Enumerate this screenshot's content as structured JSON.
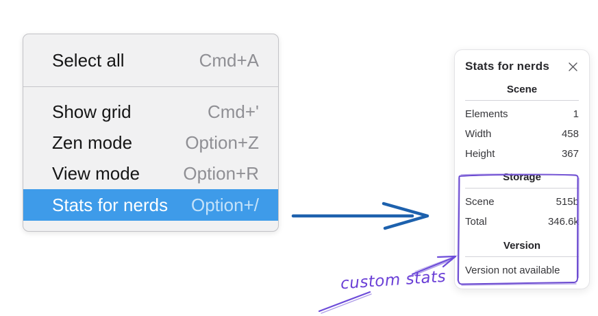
{
  "colors": {
    "menu_highlight": "#3e9be9",
    "menu_background": "#f1f1f2",
    "arrow_blue": "#1d61ad",
    "annotation_purple": "#6a45d8"
  },
  "context_menu": {
    "groups": [
      {
        "items": [
          {
            "label": "Select all",
            "shortcut": "Cmd+A",
            "selected": false
          }
        ]
      },
      {
        "items": [
          {
            "label": "Show grid",
            "shortcut": "Cmd+'",
            "selected": false
          },
          {
            "label": "Zen mode",
            "shortcut": "Option+Z",
            "selected": false
          },
          {
            "label": "View mode",
            "shortcut": "Option+R",
            "selected": false
          },
          {
            "label": "Stats for nerds",
            "shortcut": "Option+/",
            "selected": true
          }
        ]
      }
    ]
  },
  "stats_panel": {
    "title": "Stats for nerds",
    "close_icon": "close-icon",
    "sections": [
      {
        "header": "Scene",
        "rows": [
          {
            "label": "Elements",
            "value": "1"
          },
          {
            "label": "Width",
            "value": "458"
          },
          {
            "label": "Height",
            "value": "367"
          }
        ]
      },
      {
        "header": "Storage",
        "rows": [
          {
            "label": "Scene",
            "value": "515b"
          },
          {
            "label": "Total",
            "value": "346.6k"
          }
        ]
      },
      {
        "header": "Version",
        "rows": [],
        "note": "Version not available"
      }
    ]
  },
  "annotation": {
    "label": "custom stats"
  }
}
